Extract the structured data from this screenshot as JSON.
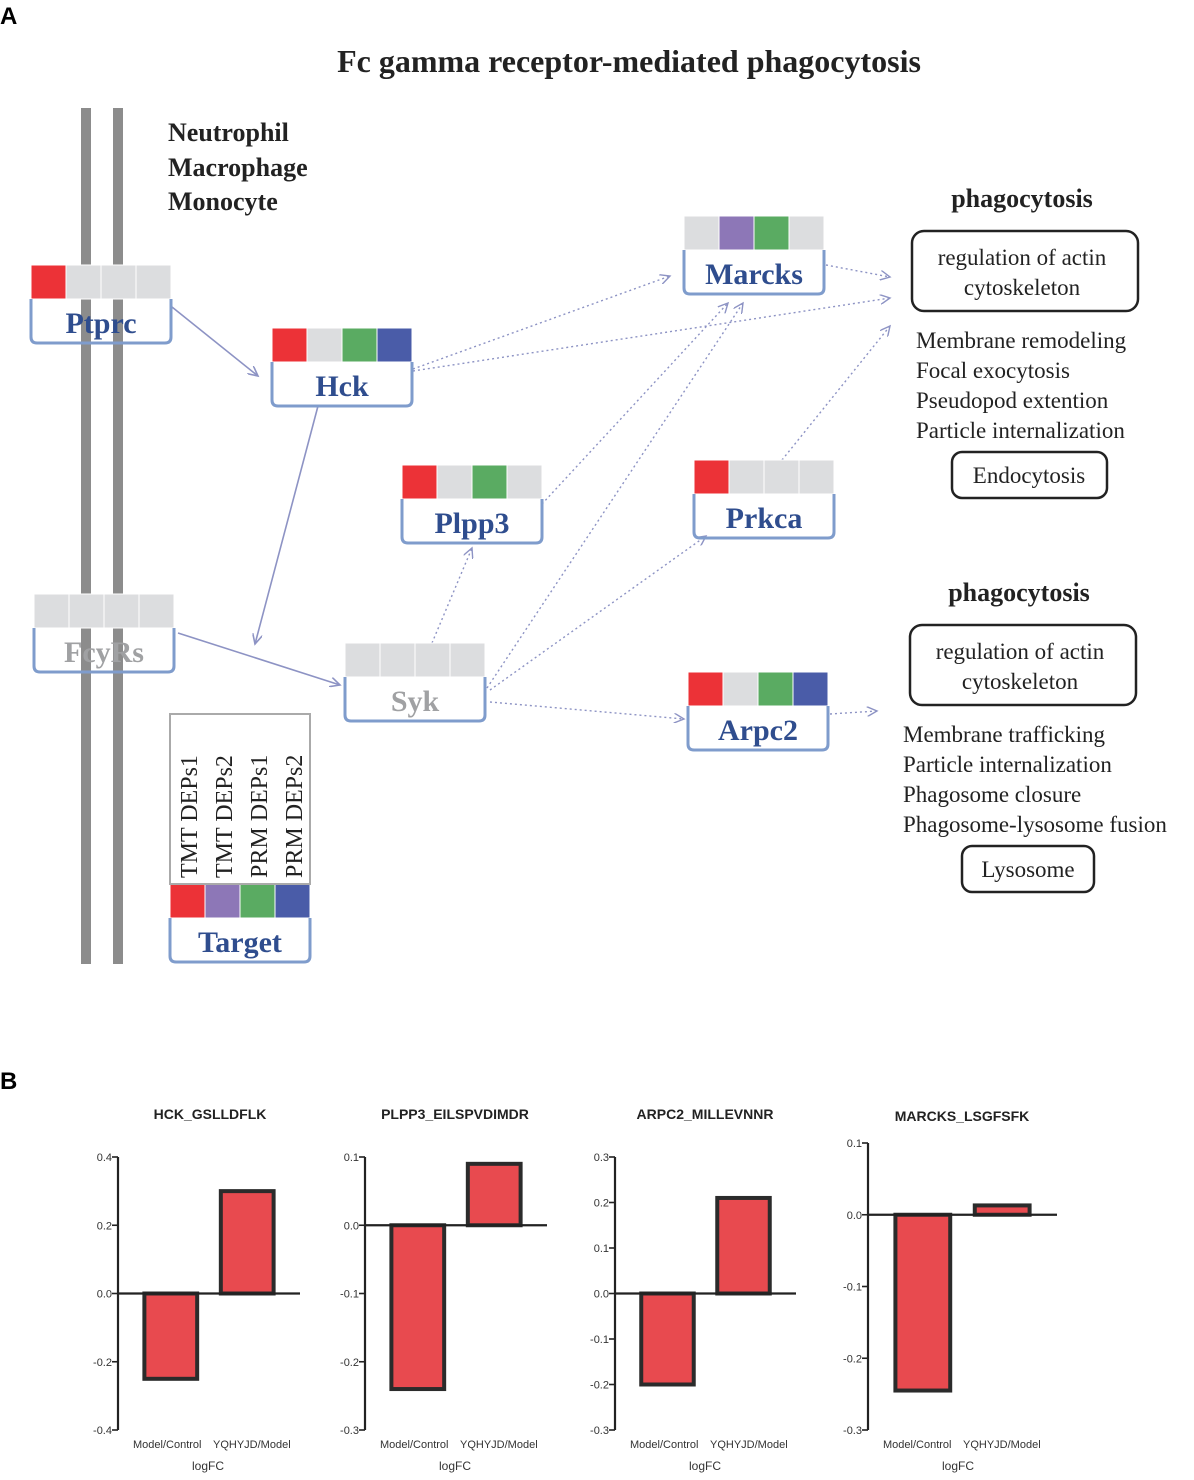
{
  "panel_a": {
    "label": "A",
    "title": "Fc gamma receptor-mediated phagocytosis",
    "cell_types": [
      "Neutrophil",
      "Macrophage",
      "Monocyte"
    ],
    "colors": {
      "tmt1": "#ec3237",
      "tmt2": "#8d77b7",
      "prm1": "#5aab62",
      "prm2": "#4a5ca8",
      "empty": "#dcdddf",
      "node_border": "#7f9ccc",
      "label_blue": "#2f4d8e",
      "label_gray": "#a0a1a3",
      "arrow": "#8d93c4",
      "membrane": "#8c8c8c"
    },
    "nodes": [
      {
        "id": "ptprc",
        "label": "Ptprc",
        "cells": [
          "tmt1",
          "empty",
          "empty",
          "empty"
        ],
        "style": "blue"
      },
      {
        "id": "hck",
        "label": "Hck",
        "cells": [
          "tmt1",
          "empty",
          "prm1",
          "prm2"
        ],
        "style": "blue"
      },
      {
        "id": "marcks",
        "label": "Marcks",
        "cells": [
          "empty",
          "tmt2",
          "prm1",
          "empty"
        ],
        "style": "blue"
      },
      {
        "id": "plpp3",
        "label": "Plpp3",
        "cells": [
          "tmt1",
          "empty",
          "prm1",
          "empty"
        ],
        "style": "blue"
      },
      {
        "id": "prkca",
        "label": "Prkca",
        "cells": [
          "tmt1",
          "empty",
          "empty",
          "empty"
        ],
        "style": "blue"
      },
      {
        "id": "fcyrs",
        "label": "FcyRs",
        "cells": [
          "empty",
          "empty",
          "empty",
          "empty"
        ],
        "style": "gray"
      },
      {
        "id": "syk",
        "label": "Syk",
        "cells": [
          "empty",
          "empty",
          "empty",
          "empty"
        ],
        "style": "gray"
      },
      {
        "id": "arpc2",
        "label": "Arpc2",
        "cells": [
          "tmt1",
          "empty",
          "prm1",
          "prm2"
        ],
        "style": "blue"
      },
      {
        "id": "target",
        "label": "Target",
        "cells": [
          "tmt1",
          "tmt2",
          "prm1",
          "prm2"
        ],
        "style": "blue"
      }
    ],
    "legend": {
      "labels": [
        "TMT DEPs1",
        "TMT DEPs2",
        "PRM DEPs1",
        "PRM DEPs2"
      ]
    },
    "outcome_top": {
      "heading": "phagocytosis",
      "box": [
        "regulation of actin",
        "cytoskeleton"
      ],
      "items": [
        "Membrane remodeling",
        "Focal exocytosis",
        "Pseudopod extention",
        "Particle internalization"
      ],
      "end_box": "Endocytosis"
    },
    "outcome_bottom": {
      "heading": "phagocytosis",
      "box": [
        "regulation of actin",
        "cytoskeleton"
      ],
      "items": [
        "Membrane trafficking",
        "Particle internalization",
        "Phagosome closure",
        "Phagosome-lysosome fusion"
      ],
      "end_box": "Lysosome"
    }
  },
  "panel_b": {
    "label": "B",
    "bar_color": "#e84a4f",
    "categories": [
      "Model/Control",
      "YQHYJD/Model"
    ],
    "xlabel": "logFC"
  },
  "chart_data": [
    {
      "type": "bar",
      "title": "HCK_GSLLDFLK",
      "categories": [
        "Model/Control",
        "YQHYJD/Model"
      ],
      "values": [
        -0.25,
        0.3
      ],
      "xlabel": "logFC",
      "ylabel": "",
      "ylim": [
        -0.4,
        0.4
      ],
      "yticks": [
        -0.4,
        -0.2,
        0.0,
        0.2,
        0.4
      ],
      "ytick_labels": [
        "-0.4",
        "-0.2",
        "0.0",
        "0.2",
        "0.4"
      ]
    },
    {
      "type": "bar",
      "title": "PLPP3_EILSPVDIMDR",
      "categories": [
        "Model/Control",
        "YQHYJD/Model"
      ],
      "values": [
        -0.24,
        0.09
      ],
      "xlabel": "logFC",
      "ylabel": "",
      "ylim": [
        -0.3,
        0.1
      ],
      "yticks": [
        -0.3,
        -0.2,
        -0.1,
        0.0,
        0.1
      ],
      "ytick_labels": [
        "-0.3",
        "-0.2",
        "-0.1",
        "0.0",
        "0.1"
      ]
    },
    {
      "type": "bar",
      "title": "ARPC2_MILLEVNNR",
      "categories": [
        "Model/Control",
        "YQHYJD/Model"
      ],
      "values": [
        -0.2,
        0.21
      ],
      "xlabel": "logFC",
      "ylabel": "",
      "ylim": [
        -0.3,
        0.3
      ],
      "yticks": [
        -0.3,
        -0.2,
        -0.1,
        0.0,
        0.1,
        0.2,
        0.3
      ],
      "ytick_labels": [
        "-0.3",
        "-0.2",
        "-0.1",
        "0.0",
        "0.1",
        "0.2",
        "0.3"
      ]
    },
    {
      "type": "bar",
      "title": "MARCKS_LSGFSFK",
      "categories": [
        "Model/Control",
        "YQHYJD/Model"
      ],
      "values": [
        -0.245,
        0.013
      ],
      "xlabel": "logFC",
      "ylabel": "",
      "ylim": [
        -0.3,
        0.1
      ],
      "yticks": [
        -0.3,
        -0.2,
        -0.1,
        0.0,
        0.1
      ],
      "ytick_labels": [
        "-0.3",
        "-0.2",
        "-0.1",
        "0.0",
        "0.1"
      ]
    }
  ]
}
